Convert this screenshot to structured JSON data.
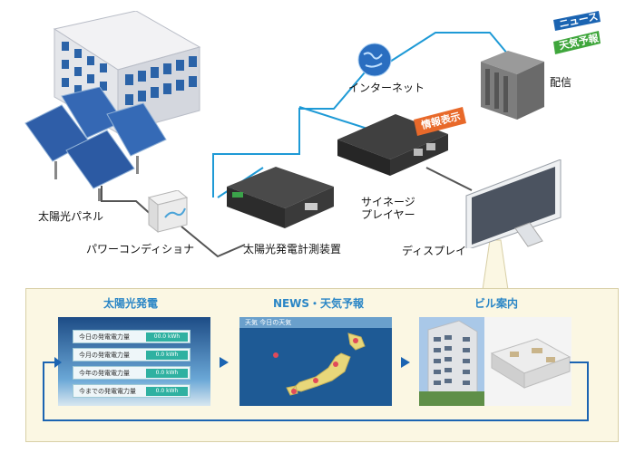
{
  "labels": {
    "solar_panel": "太陽光パネル",
    "power_conditioner": "パワーコンディショナ",
    "measurement_device": "太陽光発電計測装置",
    "internet": "インターネット",
    "signage_player_line1": "サイネージ",
    "signage_player_line2": "プレイヤー",
    "display": "ディスプレイ",
    "distribution": "配信"
  },
  "badges": {
    "info_display": "情報表示",
    "news": "ニュース",
    "weather": "天気予報"
  },
  "panels": [
    {
      "title": "太陽光発電"
    },
    {
      "title": "NEWS・天気予報"
    },
    {
      "title": "ビル案内"
    }
  ],
  "solar_screen": {
    "rows": [
      "今日の発電電力量",
      "今月の発電電力量",
      "今年の発電電力量",
      "今までの発電電力量"
    ],
    "values": [
      "00.0 kWh",
      "0.0 kWh",
      "0.0 kWh",
      "0.0 kWh"
    ]
  },
  "news_screen": {
    "header": "天気  今日の天気"
  },
  "colors": {
    "accent_blue": "#2a86c6",
    "network_line": "#1e9ad6",
    "power_line": "#555555",
    "panel_bg": "#fbf7e3",
    "panel_border": "#d8cfa6",
    "badge_orange": "#e8692a",
    "badge_blue": "#1b64b2",
    "badge_green": "#3fa63c"
  }
}
